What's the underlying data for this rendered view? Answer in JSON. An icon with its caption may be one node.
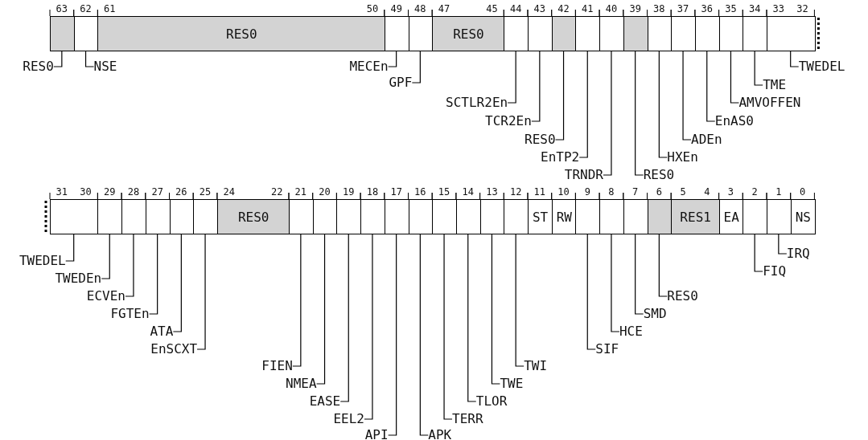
{
  "diagram": {
    "nodes": [
      {
        "text": [],
        "shape": "box"
      },
      {
        "text": [],
        "shape": "box"
      },
      {
        "text": [
          "RES0"
        ]
      },
      {
        "text": [],
        "shape": "box"
      },
      {
        "text": [],
        "shape": "box"
      },
      {
        "text": [
          "RES0"
        ]
      },
      {
        "text": [],
        "shape": "box"
      },
      {
        "text": [],
        "shape": "box"
      },
      {
        "text": [],
        "shape": "box"
      },
      {
        "text": [],
        "shape": "box"
      },
      {
        "text": [],
        "shape": "box"
      },
      {
        "text": [],
        "shape": "box"
      },
      {
        "text": [],
        "shape": "box"
      },
      {
        "text": [],
        "shape": "box"
      },
      {
        "text": [],
        "shape": "box"
      },
      {
        "text": [],
        "shape": "box"
      },
      {
        "text": [],
        "shape": "box"
      },
      {
        "text": [],
        "shape": "box"
      },
      {
        "text": [
          "RES0"
        ]
      },
      {
        "text": [
          "NSE"
        ]
      },
      {
        "text": [
          "MECEn"
        ]
      },
      {
        "text": [
          "GPF"
        ]
      },
      {
        "text": [
          "SCTLR2En"
        ]
      },
      {
        "text": [
          "TCR2En"
        ]
      },
      {
        "text": [
          "RES0"
        ]
      },
      {
        "text": [
          "EnTP2"
        ]
      },
      {
        "text": [
          "TRNDR"
        ]
      },
      {
        "text": [
          "RES0"
        ]
      },
      {
        "text": [
          "HXEn"
        ]
      },
      {
        "text": [
          "ADEn"
        ]
      },
      {
        "text": [
          "EnAS0"
        ]
      },
      {
        "text": [
          "AMVOFFEN"
        ]
      },
      {
        "text": [
          "TME"
        ]
      },
      {
        "text": [
          "TWEDEL"
        ]
      },
      {
        "text": [],
        "shape": "box"
      },
      {
        "text": [],
        "shape": "box"
      },
      {
        "text": [],
        "shape": "box"
      },
      {
        "text": [],
        "shape": "box"
      },
      {
        "text": [],
        "shape": "box"
      },
      {
        "text": [],
        "shape": "box"
      },
      {
        "text": [
          "RES0"
        ]
      },
      {
        "text": [],
        "shape": "box"
      },
      {
        "text": [],
        "shape": "box"
      },
      {
        "text": [],
        "shape": "box"
      },
      {
        "text": [],
        "shape": "box"
      },
      {
        "text": [],
        "shape": "box"
      },
      {
        "text": [],
        "shape": "box"
      },
      {
        "text": [],
        "shape": "box"
      },
      {
        "text": [],
        "shape": "box"
      },
      {
        "text": [],
        "shape": "box"
      },
      {
        "text": [],
        "shape": "box"
      },
      {
        "text": [
          "ST"
        ]
      },
      {
        "text": [
          "RW"
        ]
      },
      {
        "text": [],
        "shape": "box"
      },
      {
        "text": [],
        "shape": "box"
      },
      {
        "text": [],
        "shape": "box"
      },
      {
        "text": [],
        "shape": "box"
      },
      {
        "text": [
          "RES1"
        ]
      },
      {
        "text": [
          "EA"
        ]
      },
      {
        "text": [],
        "shape": "box"
      },
      {
        "text": [],
        "shape": "box"
      },
      {
        "text": [
          "NS"
        ]
      },
      {
        "text": [
          "TWEDEL"
        ]
      },
      {
        "text": [
          "TWEDEn"
        ]
      },
      {
        "text": [
          "ECVEn"
        ]
      },
      {
        "text": [
          "FGTEn"
        ]
      },
      {
        "text": [
          "ATA"
        ]
      },
      {
        "text": [
          "EnSCXT"
        ]
      },
      {
        "text": [
          "FIEN"
        ]
      },
      {
        "text": [
          "NMEA"
        ]
      },
      {
        "text": [
          "EASE"
        ]
      },
      {
        "text": [
          "EEL2"
        ]
      },
      {
        "text": [
          "API"
        ]
      },
      {
        "text": [
          "APK"
        ]
      },
      {
        "text": [
          "TERR"
        ]
      },
      {
        "text": [
          "TLOR"
        ]
      },
      {
        "text": [
          "TWE"
        ]
      },
      {
        "text": [
          "TWI"
        ]
      },
      {
        "text": [
          "SIF"
        ]
      },
      {
        "text": [
          "HCE"
        ]
      },
      {
        "text": [
          "SMD"
        ]
      },
      {
        "text": [
          "RES0"
        ]
      },
      {
        "text": [
          "FIQ"
        ]
      },
      {
        "text": [
          "IRQ"
        ]
      }
    ],
    "edges": [
      {
        "from": 18,
        "to": 0,
        "arrow": "none"
      },
      {
        "from": 19,
        "to": 1,
        "arrow": "none"
      },
      {
        "from": 20,
        "to": 3,
        "arrow": "none"
      },
      {
        "from": 21,
        "to": 4,
        "arrow": "none"
      },
      {
        "from": 22,
        "to": 6,
        "arrow": "none"
      },
      {
        "from": 23,
        "to": 7,
        "arrow": "none"
      },
      {
        "from": 24,
        "to": 8,
        "arrow": "none"
      },
      {
        "from": 25,
        "to": 9,
        "arrow": "none"
      },
      {
        "from": 26,
        "to": 10,
        "arrow": "none"
      },
      {
        "from": 27,
        "to": 11,
        "arrow": "none"
      },
      {
        "from": 28,
        "to": 12,
        "arrow": "none"
      },
      {
        "from": 29,
        "to": 13,
        "arrow": "none"
      },
      {
        "from": 30,
        "to": 14,
        "arrow": "none"
      },
      {
        "from": 31,
        "to": 15,
        "arrow": "none"
      },
      {
        "from": 32,
        "to": 16,
        "arrow": "none"
      },
      {
        "from": 33,
        "to": 17,
        "arrow": "none"
      },
      {
        "from": 62,
        "to": 34,
        "arrow": "none"
      },
      {
        "from": 63,
        "to": 35,
        "arrow": "none"
      },
      {
        "from": 64,
        "to": 36,
        "arrow": "none"
      },
      {
        "from": 65,
        "to": 37,
        "arrow": "none"
      },
      {
        "from": 66,
        "to": 38,
        "arrow": "none"
      },
      {
        "from": 67,
        "to": 39,
        "arrow": "none"
      },
      {
        "from": 68,
        "to": 41,
        "arrow": "none"
      },
      {
        "from": 69,
        "to": 42,
        "arrow": "none"
      },
      {
        "from": 70,
        "to": 43,
        "arrow": "none"
      },
      {
        "from": 71,
        "to": 44,
        "arrow": "none"
      },
      {
        "from": 72,
        "to": 45,
        "arrow": "none"
      },
      {
        "from": 73,
        "to": 46,
        "arrow": "none"
      },
      {
        "from": 74,
        "to": 47,
        "arrow": "none"
      },
      {
        "from": 75,
        "to": 48,
        "arrow": "none"
      },
      {
        "from": 76,
        "to": 49,
        "arrow": "none"
      },
      {
        "from": 77,
        "to": 50,
        "arrow": "none"
      },
      {
        "from": 78,
        "to": 53,
        "arrow": "none"
      },
      {
        "from": 79,
        "to": 54,
        "arrow": "none"
      },
      {
        "from": 80,
        "to": 55,
        "arrow": "none"
      },
      {
        "from": 81,
        "to": 56,
        "arrow": "none"
      },
      {
        "from": 82,
        "to": 59,
        "arrow": "none"
      },
      {
        "from": 83,
        "to": 60,
        "arrow": "none"
      }
    ],
    "labels": [
      "63",
      "62",
      "61",
      "50",
      "49",
      "48",
      "47",
      "45",
      "44",
      "43",
      "42",
      "41",
      "40",
      "39",
      "38",
      "37",
      "36",
      "35",
      "34",
      "33",
      "32",
      "31",
      "30",
      "29",
      "28",
      "27",
      "26",
      "25",
      "24",
      "22",
      "21",
      "20",
      "19",
      "18",
      "17",
      "16",
      "15",
      "14",
      "13",
      "12",
      "11",
      "10",
      "9",
      "8",
      "7",
      "6",
      "5",
      "4",
      "3",
      "2",
      "1",
      "0"
    ]
  }
}
